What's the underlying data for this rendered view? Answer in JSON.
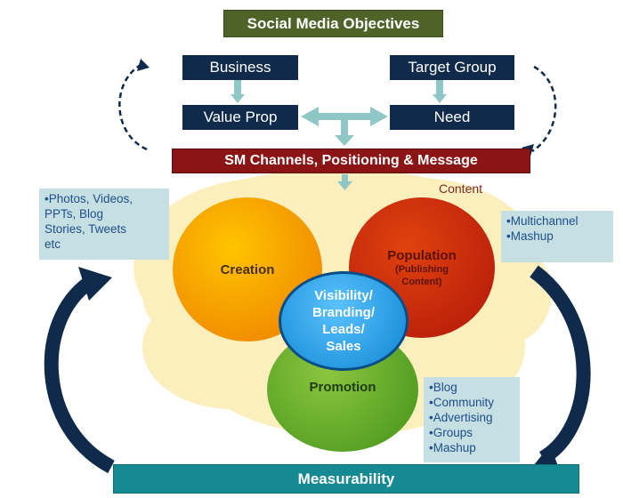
{
  "title": "Social Media Objectives",
  "business": "Business",
  "target_group": "Target Group",
  "value_prop": "Value Prop",
  "need": "Need",
  "channels": "SM Channels, Positioning & Message",
  "content_label": "Content",
  "creation": "Creation",
  "population": "Population",
  "population_sub1": "(Publishing",
  "population_sub2": "Content)",
  "promotion": "Promotion",
  "center_lines": [
    "Visibility/",
    "Branding/",
    "Leads/",
    "Sales"
  ],
  "left_note": [
    "•Photos, Videos,",
    "PPTs, Blog",
    "Stories, Tweets",
    "etc"
  ],
  "right_note": [
    "•Multichannel",
    "•Mashup"
  ],
  "bottom_note": [
    "•Blog",
    "•Community",
    "•Advertising",
    "•Groups",
    "•Mashup"
  ],
  "measurability": "Measurability",
  "colors": {
    "title_bg": "#4f6228",
    "navy": "#0f2a4a",
    "channels_bg": "#8b1414",
    "measurability_bg": "#168a93",
    "note_bg": "#c5dfe2",
    "creation": "#f5a800",
    "population": "#c92a0c",
    "promotion": "#6db22e",
    "center": "#2aa3ee"
  }
}
